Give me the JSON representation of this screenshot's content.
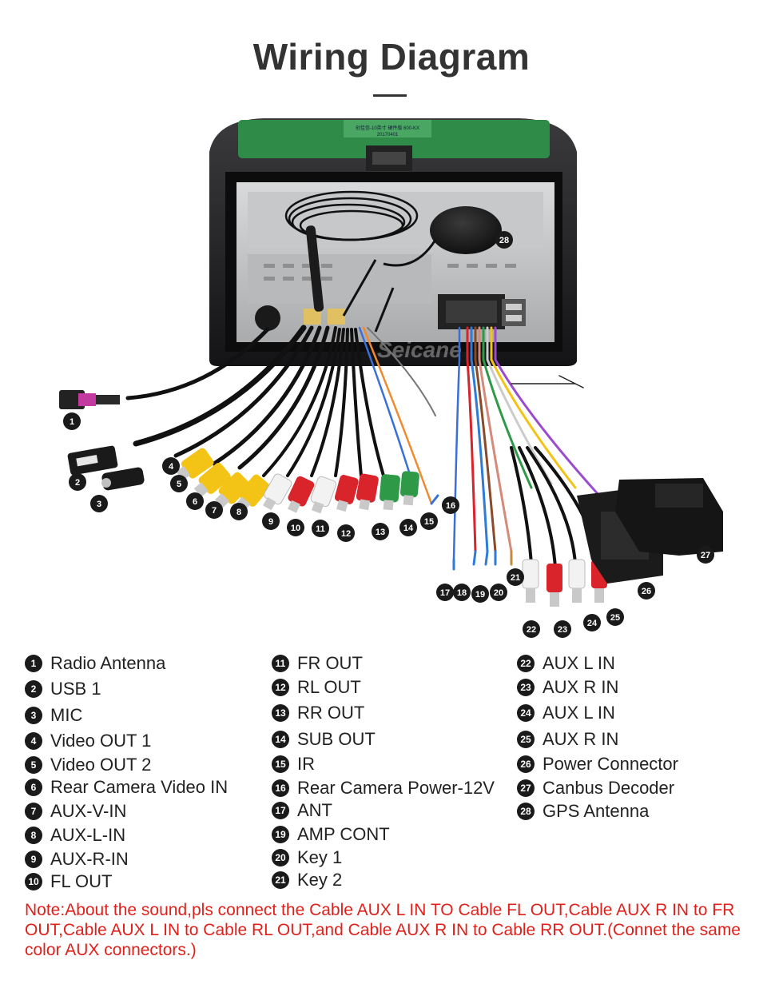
{
  "title": "Wiring Diagram",
  "watermark": "Seicane",
  "pcb_label": "创佳信-10英寸 硬件版 600-KX",
  "pcb_date": "20170401",
  "legend": [
    {
      "num": "1",
      "label": "Radio Antenna"
    },
    {
      "num": "2",
      "label": "USB 1"
    },
    {
      "num": "3",
      "label": "MIC"
    },
    {
      "num": "4",
      "label": "Video OUT 1"
    },
    {
      "num": "5",
      "label": "Video OUT 2"
    },
    {
      "num": "6",
      "label": "Rear Camera Video IN"
    },
    {
      "num": "7",
      "label": "AUX-V-IN"
    },
    {
      "num": "8",
      "label": "AUX-L-IN"
    },
    {
      "num": "9",
      "label": "AUX-R-IN"
    },
    {
      "num": "10",
      "label": "FL OUT"
    },
    {
      "num": "11",
      "label": "FR OUT"
    },
    {
      "num": "12",
      "label": "RL OUT"
    },
    {
      "num": "13",
      "label": "RR OUT"
    },
    {
      "num": "14",
      "label": "SUB OUT"
    },
    {
      "num": "15",
      "label": "IR"
    },
    {
      "num": "16",
      "label": "Rear Camera Power-12V"
    },
    {
      "num": "17",
      "label": "ANT"
    },
    {
      "num": "19",
      "label": "AMP CONT"
    },
    {
      "num": "20",
      "label": "Key 1"
    },
    {
      "num": "21",
      "label": "Key 2"
    },
    {
      "num": "22",
      "label": "AUX L IN"
    },
    {
      "num": "23",
      "label": "AUX R IN"
    },
    {
      "num": "24",
      "label": "AUX L IN"
    },
    {
      "num": "25",
      "label": "AUX R IN"
    },
    {
      "num": "26",
      "label": "Power Connector"
    },
    {
      "num": "27",
      "label": "Canbus Decoder"
    },
    {
      "num": "28",
      "label": "GPS Antenna"
    }
  ],
  "callouts": [
    "1",
    "2",
    "3",
    "4",
    "5",
    "6",
    "7",
    "8",
    "9",
    "10",
    "11",
    "12",
    "13",
    "14",
    "15",
    "16",
    "17",
    "18",
    "19",
    "20",
    "21",
    "22",
    "23",
    "24",
    "25",
    "26",
    "27",
    "28"
  ],
  "note": "Note:About the sound,pls connect the Cable AUX L IN TO Cable FL OUT,Cable AUX R IN to FR OUT,Cable AUX L IN to Cable RL OUT,and Cable AUX R IN to Cable RR OUT.(Connet the same color AUX connectors.)",
  "colors": {
    "note": "#e0201b",
    "rca_red": "#d9242b",
    "rca_white": "#f2f2f2",
    "rca_yellow": "#f3c316",
    "rca_green": "#2e9a48",
    "pcb_green": "#2f8b48",
    "unit_body": "#1c1c1e"
  }
}
